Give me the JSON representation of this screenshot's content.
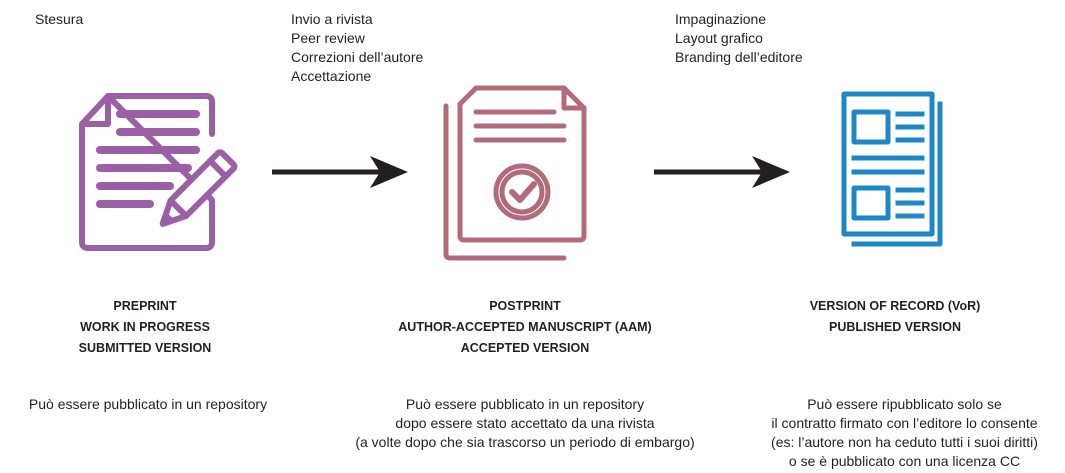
{
  "colors": {
    "preprint": "#9b5fa5",
    "postprint": "#b36b7b",
    "vor": "#1e88c7",
    "arrow": "#231f20"
  },
  "stages": [
    {
      "icon": "document-pencil-icon",
      "steps": [
        "Stesura"
      ],
      "title": [
        "PREPRINT",
        "WORK IN PROGRESS",
        "SUBMITTED VERSION"
      ],
      "description": [
        "Può essere pubblicato in un repository"
      ]
    },
    {
      "icon": "document-check-icon",
      "steps": [
        "Invio a rivista",
        "Peer review",
        "Correzioni dell’autore",
        "Accettazione"
      ],
      "title": [
        "POSTPRINT",
        "AUTHOR-ACCEPTED MANUSCRIPT (AAM)",
        "ACCEPTED VERSION"
      ],
      "description": [
        "Può essere pubblicato in un repository",
        "dopo essere stato accettato da una rivista",
        "(a volte dopo che sia trascorso un periodo di embargo)"
      ]
    },
    {
      "icon": "document-layout-icon",
      "steps": [
        "Impaginazione",
        "Layout grafico",
        "Branding dell’editore"
      ],
      "title": [
        "VERSION OF RECORD (VoR)",
        "PUBLISHED VERSION"
      ],
      "description": [
        "Può essere ripubblicato solo se",
        "il contratto firmato con l’editore lo consente",
        "(es:  l’autore non ha ceduto tutti i suoi diritti)",
        "o se è pubblicato con una licenza CC"
      ]
    }
  ]
}
